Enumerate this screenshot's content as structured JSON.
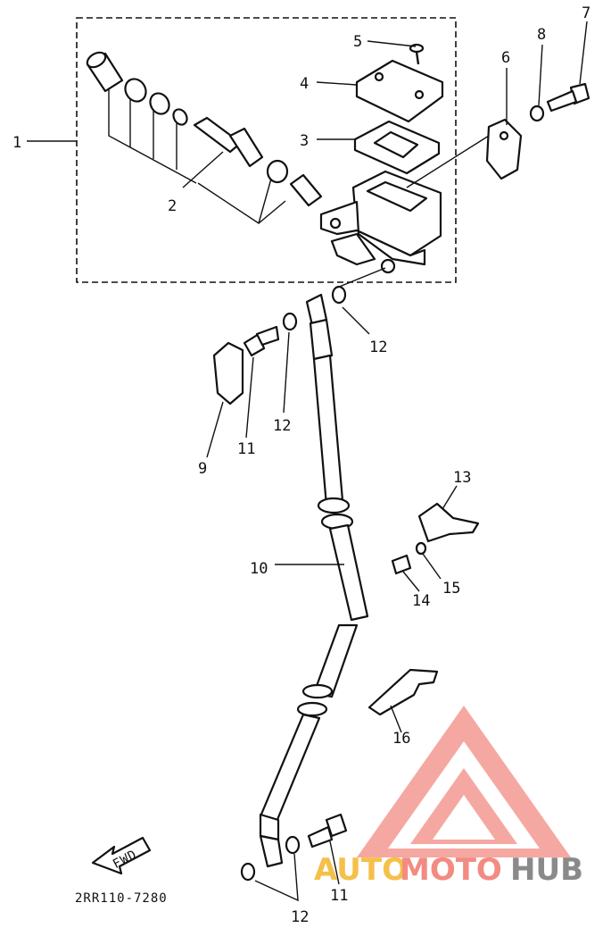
{
  "diagram": {
    "callouts": [
      "1",
      "2",
      "3",
      "4",
      "5",
      "6",
      "7",
      "8",
      "9",
      "10",
      "11",
      "12",
      "13",
      "14",
      "15",
      "16",
      "12",
      "11",
      "12"
    ],
    "fwd_label": "FWD",
    "drawing_code": "2RR110-7280"
  },
  "watermark": {
    "part_auto": "AUTO",
    "part_moto": "MOTO",
    "part_hub": "HUB",
    "colors": {
      "auto": "#f5c04a",
      "moto": "#f28b82",
      "hub": "#8a8a8a",
      "logo": "#f28b82"
    }
  }
}
